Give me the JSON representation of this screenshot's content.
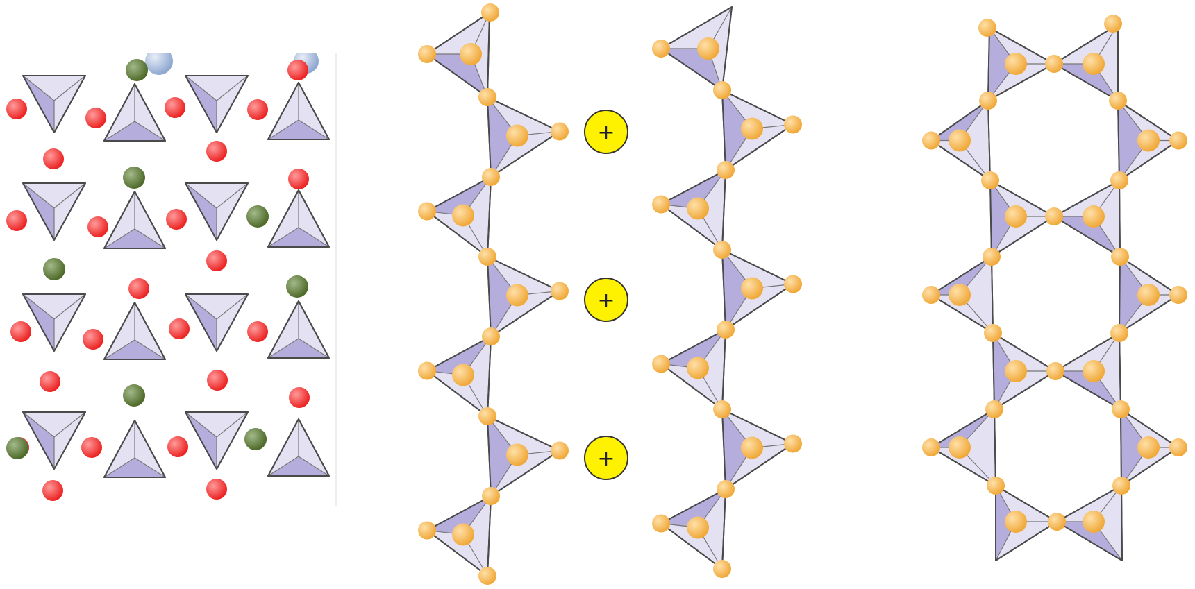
{
  "colors": {
    "tetrahedron_light": "#e4e1f2",
    "tetrahedron_dark": "#b5aedd",
    "tetrahedron_edge": "#4a4a4a",
    "oxygen_orange": "#f0a93a",
    "oxygen_red": "#ec2424",
    "cation_green": "#4f6b2a",
    "cation_blue": "#8fa8d0",
    "plus_ion_yellow": "#fff200"
  },
  "labels": {
    "plus_ion_1": "+",
    "plus_ion_2": "+",
    "plus_ion_3": "+"
  },
  "panels": [
    {
      "id": "isolated-tetrahedra",
      "description_icon": "orthosilicate-structure-icon"
    },
    {
      "id": "single-chain-with-cations",
      "description_icon": "single-chain-icon"
    },
    {
      "id": "single-chain",
      "description_icon": "single-chain-icon"
    },
    {
      "id": "double-chain",
      "description_icon": "double-chain-icon"
    }
  ]
}
